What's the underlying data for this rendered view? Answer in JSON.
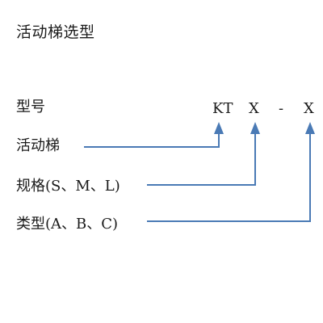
{
  "title": "活动梯选型",
  "model_label": "型号",
  "code": {
    "prefix": "KT",
    "size_var": "X",
    "separator": "-",
    "type_var": "X"
  },
  "items": [
    {
      "label": "活动梯"
    },
    {
      "label": "规格(S、M、L)"
    },
    {
      "label": "类型(A、B、C)"
    }
  ],
  "colors": {
    "line": "#4a7ab5",
    "text": "#1a1a1a"
  }
}
